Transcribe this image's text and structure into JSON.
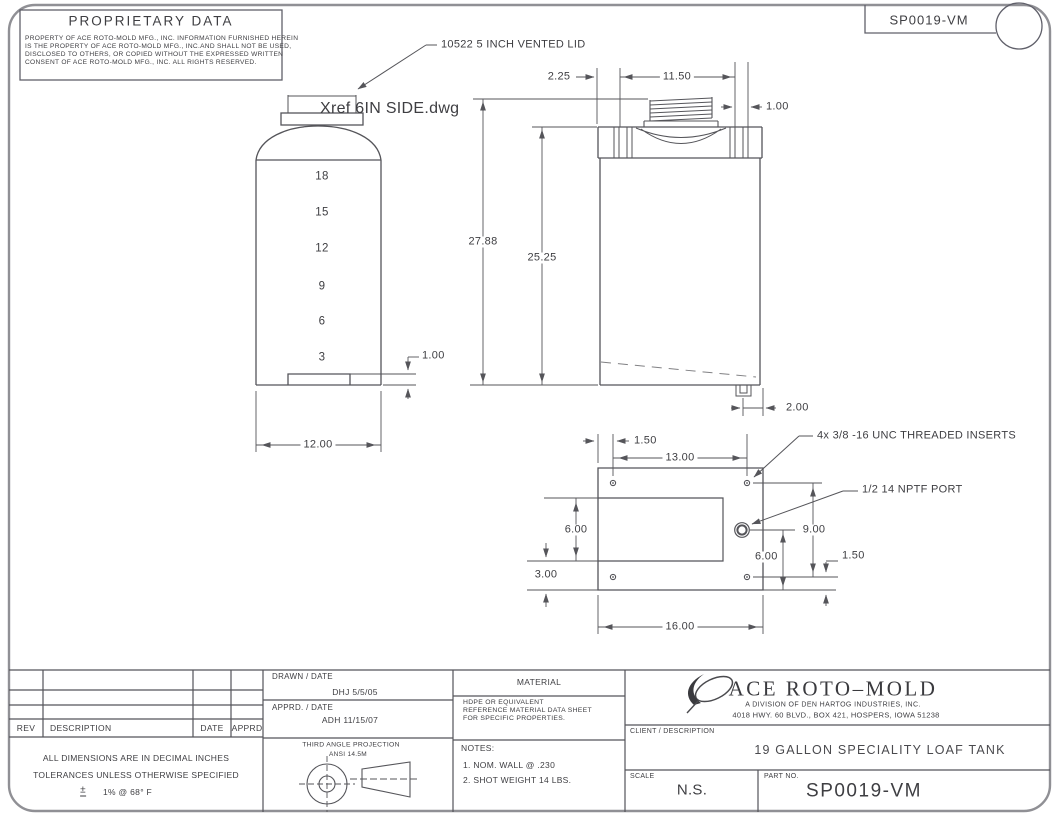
{
  "sheet": {
    "proprietary": {
      "title": "PROPRIETARY DATA",
      "lines": [
        "PROPERTY OF ACE ROTO-MOLD MFG., INC. INFORMATION FURNISHED HEREIN",
        "IS THE PROPERTY OF ACE ROTO-MOLD MFG., INC.AND SHALL NOT BE USED,",
        "DISCLOSED TO OTHERS, OR COPIED WITHOUT THE EXPRESSED WRITTEN",
        "CONSENT OF ACE ROTO-MOLD MFG., INC.  ALL RIGHTS RESERVED."
      ]
    },
    "doc_no": "SP0019-VM"
  },
  "callouts": {
    "vented_lid": "10522 5 INCH VENTED LID",
    "xref": "Xref 6IN SIDE.dwg",
    "inserts": "4x 3/8 -16 UNC THREADED INSERTS",
    "port": "1/2 14 NPTF PORT"
  },
  "side_view": {
    "gallons": [
      "18",
      "15",
      "12",
      "9",
      "6",
      "3"
    ],
    "dims": {
      "foot_height": "1.00",
      "width": "12.00"
    }
  },
  "front_view": {
    "dims": {
      "neck_offset": "2.25",
      "lid_width": "11.50",
      "rib_gap": "1.00",
      "overall_height": "27.88",
      "body_height": "25.25",
      "drain_offset": "2.00"
    }
  },
  "bottom_view": {
    "dims": {
      "insert_inset_x": "1.50",
      "insert_span_x": "13.00",
      "recess_height": "6.00",
      "recess_to_edge": "3.00",
      "width": "16.00",
      "insert_span_y": "9.00",
      "port_to_edge": "6.00",
      "insert_inset_y": "1.50"
    }
  },
  "title_block": {
    "rev_table": {
      "headers": [
        "REV",
        "DESCRIPTION",
        "DATE",
        "APPRD"
      ]
    },
    "tolerances": {
      "line1": "ALL DIMENSIONS ARE IN DECIMAL INCHES",
      "line2": "TOLERANCES UNLESS OTHERWISE SPECIFIED",
      "pm": "±",
      "line3": "1% @ 68° F"
    },
    "drawn": {
      "label": "DRAWN / DATE",
      "value": "DHJ 5/5/05"
    },
    "approved": {
      "label": "APPRD. / DATE",
      "value": "ADH 11/15/07"
    },
    "projection": {
      "line1": "THIRD ANGLE PROJECTION",
      "line2": "ANSI 14.5M"
    },
    "material": {
      "label": "MATERIAL",
      "lines": [
        "HDPE OR EQUIVALENT",
        "REFERENCE MATERIAL DATA SHEET",
        "FOR SPECIFIC PROPERTIES."
      ]
    },
    "notes": {
      "label": "NOTES:",
      "items": [
        "1. NOM. WALL @ .230",
        "2. SHOT WEIGHT 14 LBS."
      ]
    },
    "company": {
      "name": "ACE ROTO–MOLD",
      "division": "A DIVISION OF DEN HARTOG INDUSTRIES, INC.",
      "address": "4018 HWY. 60 BLVD., BOX 421, HOSPERS, IOWA 51238"
    },
    "client": {
      "label": "CLIENT / DESCRIPTION",
      "description": "19 GALLON SPECIALITY LOAF TANK"
    },
    "scale": {
      "label": "SCALE",
      "value": "N.S."
    },
    "part": {
      "label": "PART NO.",
      "value": "SP0019-VM"
    }
  },
  "colors": {
    "line": "#55555a",
    "text": "#3e3e42",
    "border": "#909095"
  }
}
